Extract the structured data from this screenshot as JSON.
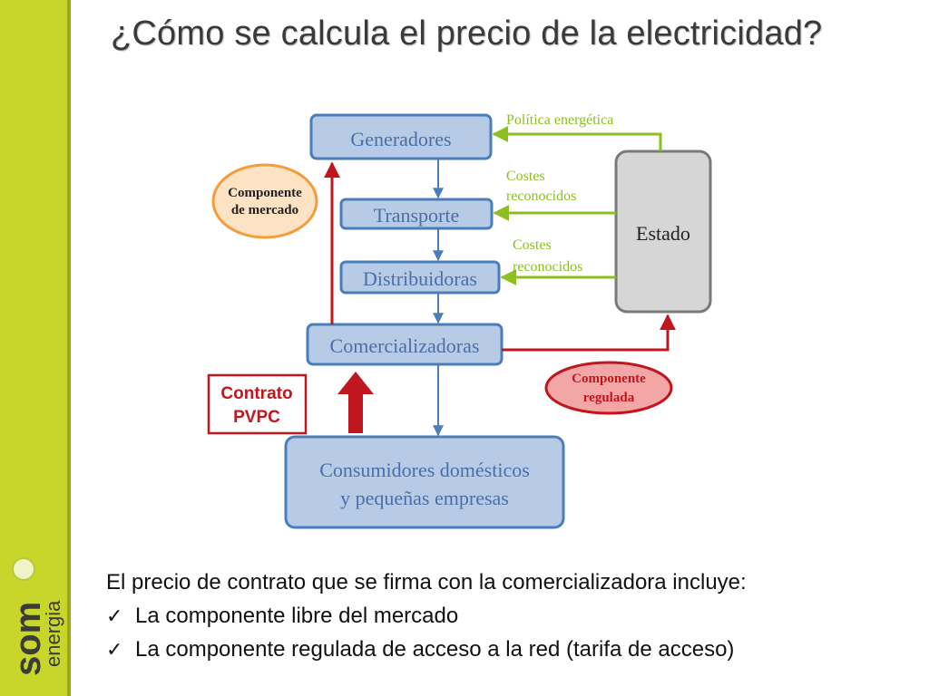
{
  "title": "¿Cómo se calcula el precio de la electricidad?",
  "logo": {
    "word1": "som",
    "word2": "energia"
  },
  "diagram": {
    "nodes": {
      "generadores": "Generadores",
      "transporte": "Transporte",
      "distribuidoras": "Distribuidoras",
      "comercializadoras": "Comercializadoras",
      "consumidores_line1": "Consumidores domésticos",
      "consumidores_line2": "y pequeñas empresas",
      "estado": "Estado"
    },
    "labels": {
      "politica": "Política energética",
      "costes1_line1": "Costes",
      "costes1_line2": "reconocidos",
      "costes2_line1": "Costes",
      "costes2_line2": "reconocidos",
      "componente_mercado_line1": "Componente",
      "componente_mercado_line2": "de mercado",
      "componente_regulada_line1": "Componente",
      "componente_regulada_line2": "regulada",
      "contrato_line1": "Contrato",
      "contrato_line2": "PVPC"
    },
    "colors": {
      "box_fill": "#b7cbe6",
      "box_stroke": "#4a7ebb",
      "box_text": "#4a6fa8",
      "green": "#8cbf1f",
      "red": "#c0161d",
      "orange": "#f39c3c",
      "orange_fill": "#fde3c4",
      "pink_fill": "#f2a6a6",
      "estado_fill": "#d6d6d6"
    }
  },
  "body": {
    "intro": "El precio de contrato que se firma con la comercializadora incluye:",
    "items": [
      "La componente libre del mercado",
      "La componente regulada de acceso a la red (tarifa de acceso)"
    ],
    "check_symbol": "✓"
  }
}
